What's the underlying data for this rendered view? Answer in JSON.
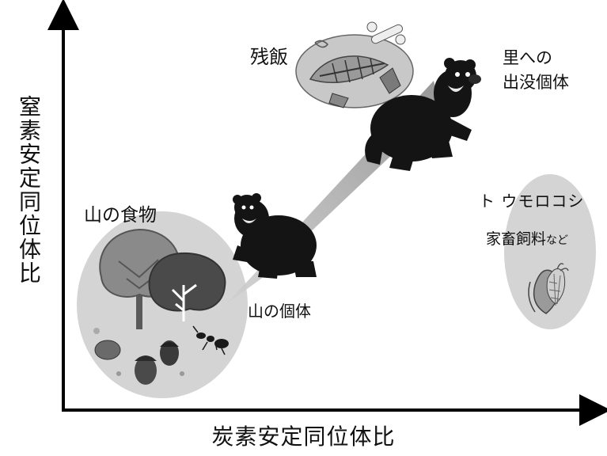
{
  "axes": {
    "x_label": "炭素安定同位体比",
    "y_label": "窒素安定同位体比"
  },
  "labels": {
    "leftover_food": "残飯",
    "village_individual_line1": "里への",
    "village_individual_line2": "出没個体",
    "mountain_food": "山の食物",
    "mountain_individual": "山の個体",
    "corn": "ト ウモロコシ",
    "livestock_feed": "家畜飼料",
    "livestock_feed_suffix": "など"
  },
  "colors": {
    "ellipse_fill": "#d4d4d4",
    "bear": "#141414",
    "axis": "#000000",
    "beam": "#9a9a9a"
  },
  "icons": [
    "bear-icon",
    "fish-bone-icon",
    "tree-icon",
    "acorn-icon",
    "ant-icon",
    "corn-icon"
  ]
}
